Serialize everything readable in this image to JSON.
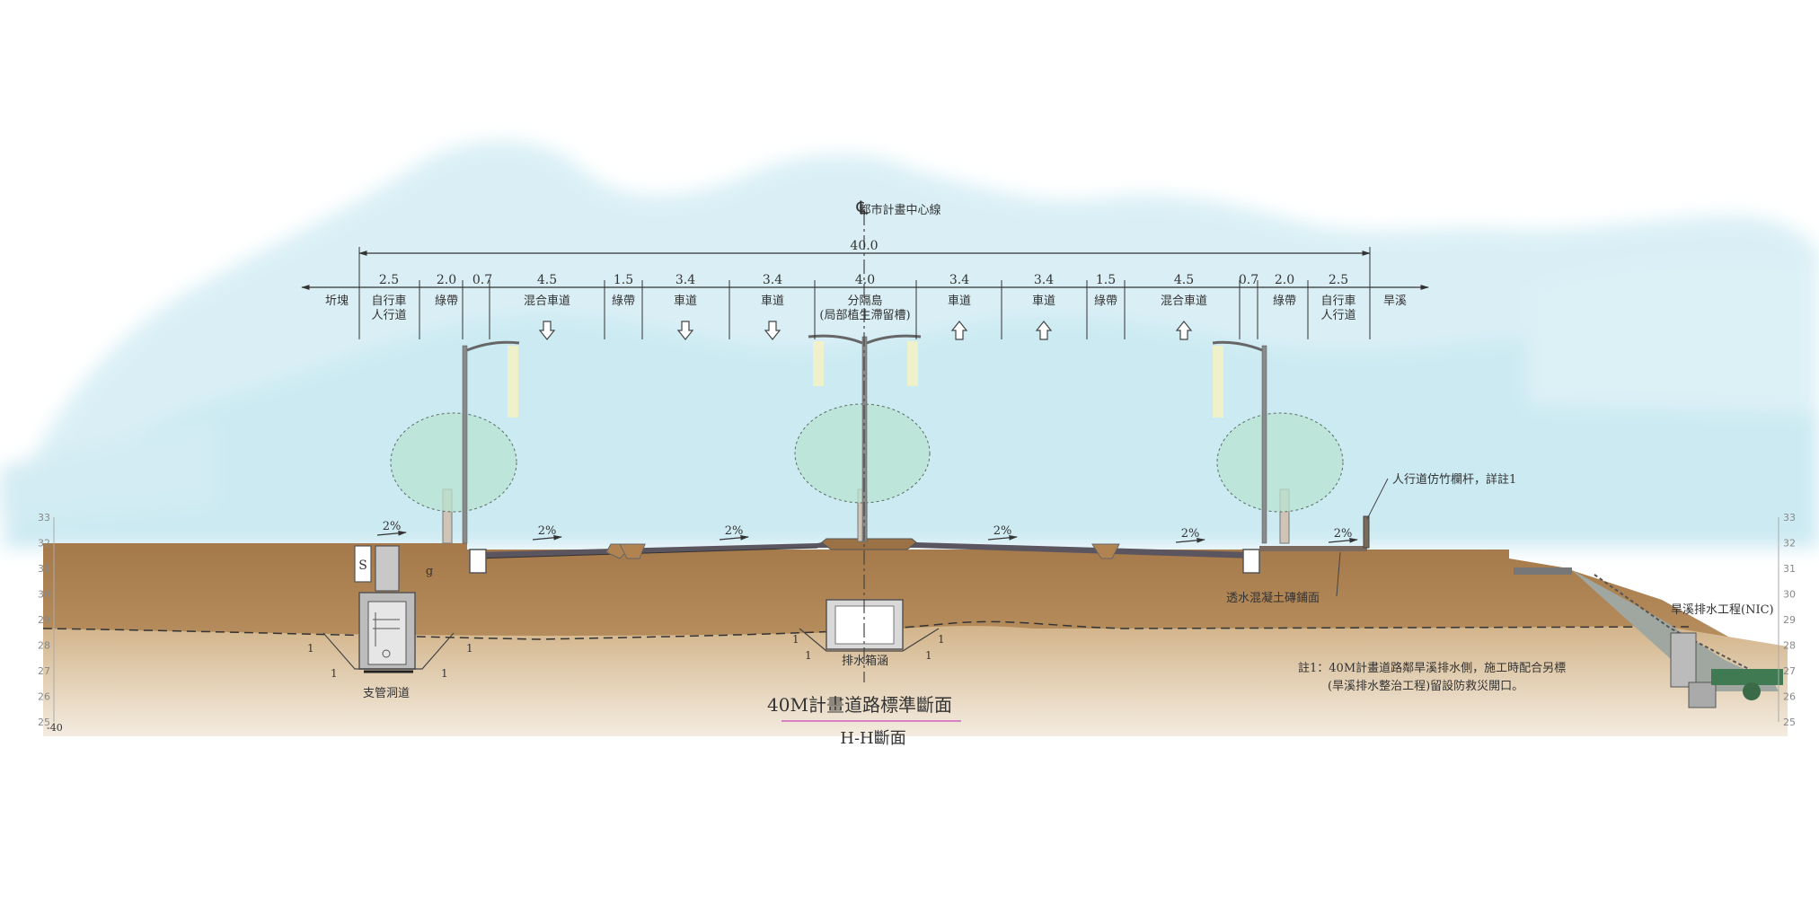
{
  "centerline": {
    "symbol": "℄",
    "label": "都市計畫中心線"
  },
  "total_width": "40.0",
  "segments": [
    {
      "width": "",
      "label": "圻塊"
    },
    {
      "width": "2.5",
      "label": "自行車\n人行道"
    },
    {
      "width": "2.0",
      "label": "綠帶"
    },
    {
      "width": "0.7",
      "label": ""
    },
    {
      "width": "4.5",
      "label": "混合車道"
    },
    {
      "width": "1.5",
      "label": "綠帶"
    },
    {
      "width": "3.4",
      "label": "車道"
    },
    {
      "width": "3.4",
      "label": "車道"
    },
    {
      "width": "4.0",
      "label": "分隔島\n(局部植生滯留槽)"
    },
    {
      "width": "3.4",
      "label": "車道"
    },
    {
      "width": "3.4",
      "label": "車道"
    },
    {
      "width": "1.5",
      "label": "綠帶"
    },
    {
      "width": "4.5",
      "label": "混合車道"
    },
    {
      "width": "0.7",
      "label": ""
    },
    {
      "width": "2.0",
      "label": "綠帶"
    },
    {
      "width": "2.5",
      "label": "自行車\n人行道"
    },
    {
      "width": "",
      "label": "旱溪"
    }
  ],
  "slopes": [
    "2%",
    "2%",
    "2%",
    "2%",
    "2%",
    "2%"
  ],
  "elevation_ticks": [
    "33",
    "32",
    "31",
    "30",
    "29",
    "28",
    "27",
    "26",
    "25"
  ],
  "bottom_left_tick": "-40",
  "annotations": {
    "railing": "人行道仿竹欄杆，詳註1",
    "pavement": "透水混凝土磚鋪面",
    "river_works": "旱溪排水工程(NIC)",
    "box_culvert": "排水箱涵",
    "branch_culvert": "支管洞道",
    "s_mark": "S",
    "g_mark": "g",
    "ratio": "1"
  },
  "note": {
    "line1": "註1：40M計畫道路鄰旱溪排水側，施工時配合另標",
    "line2": "(旱溪排水整治工程)留設防救災開口。"
  },
  "title": "40M計畫道路標準斷面",
  "subtitle": "H-H斷面"
}
